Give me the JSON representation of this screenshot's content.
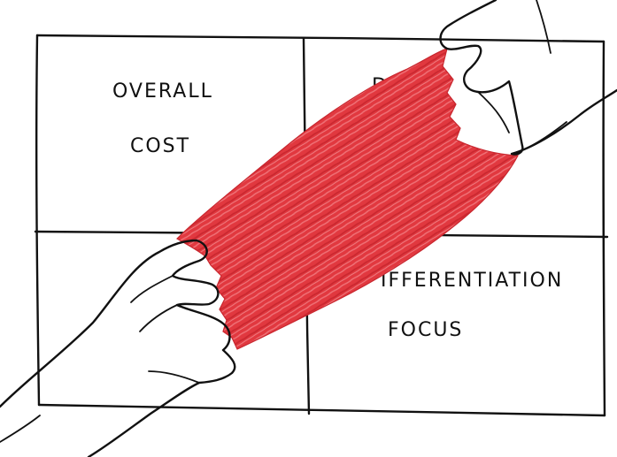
{
  "quadrants": {
    "top_left": {
      "line1": "OVERALL",
      "line2": "COST"
    },
    "top_right_partial": "D",
    "bottom_right": {
      "line1": "IFFERENTIATION",
      "line2": "FOCUS"
    }
  },
  "colors": {
    "fabric_red": "#e1383f",
    "fabric_dark": "#c8262e",
    "fabric_highlight": "#f37e83",
    "ink": "#111111",
    "paper": "#ffffff"
  },
  "icons": {
    "left_hand": "left-hand-icon",
    "right_hand": "right-hand-icon",
    "cloth": "torn-cloth-icon"
  }
}
